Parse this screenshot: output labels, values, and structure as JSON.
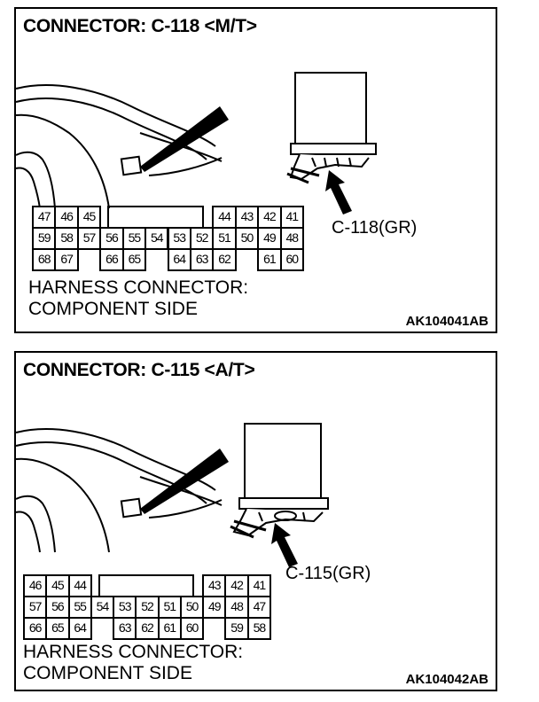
{
  "connectors": [
    {
      "id": "top",
      "title": "CONNECTOR: C-118 <M/T>",
      "callout": "C-118(GR)",
      "harness_line1": "HARNESS CONNECTOR:",
      "harness_line2": "COMPONENT SIDE",
      "code": "AK104041AB",
      "pin_rows": [
        [
          "47",
          "46",
          "45",
          "",
          "",
          "",
          "",
          "",
          "44",
          "43",
          "42",
          "41"
        ],
        [
          "59",
          "58",
          "57",
          "56",
          "55",
          "54",
          "53",
          "52",
          "51",
          "50",
          "49",
          "48"
        ],
        [
          "68",
          "67",
          "",
          "66",
          "65",
          "",
          "64",
          "63",
          "62",
          "",
          "61",
          "60"
        ]
      ]
    },
    {
      "id": "bottom",
      "title": "CONNECTOR: C-115 <A/T>",
      "callout": "C-115(GR)",
      "harness_line1": "HARNESS CONNECTOR:",
      "harness_line2": "COMPONENT SIDE",
      "code": "AK104042AB",
      "pin_rows": [
        [
          "46",
          "45",
          "44",
          "",
          "",
          "",
          "",
          "",
          "43",
          "42",
          "41"
        ],
        [
          "57",
          "56",
          "55",
          "54",
          "53",
          "52",
          "51",
          "50",
          "49",
          "48",
          "47"
        ],
        [
          "66",
          "65",
          "64",
          "",
          "63",
          "62",
          "61",
          "60",
          "",
          "59",
          "58"
        ]
      ]
    }
  ]
}
